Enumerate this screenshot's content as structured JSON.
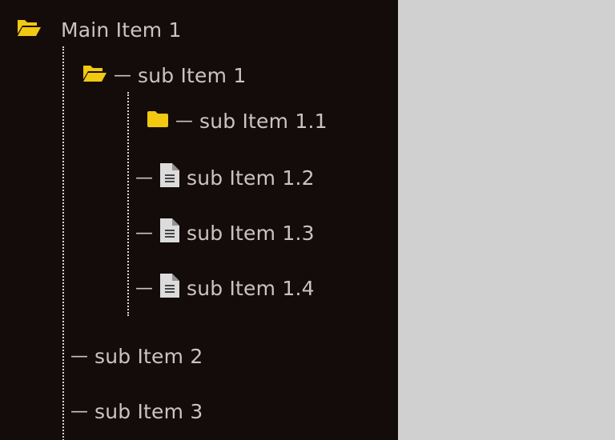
{
  "tree": {
    "root": {
      "label": "Main Item 1",
      "icon": "folder-open-icon"
    },
    "sub1": {
      "label": "sub Item 1",
      "icon": "folder-open-icon",
      "dash": "—"
    },
    "sub11": {
      "label": "sub Item 1.1",
      "icon": "folder-icon",
      "dash": "—"
    },
    "sub12": {
      "label": "sub Item 1.2",
      "icon": "file-icon",
      "dash": "—"
    },
    "sub13": {
      "label": "sub Item 1.3",
      "icon": "file-icon",
      "dash": "—"
    },
    "sub14": {
      "label": "sub Item 1.4",
      "icon": "file-icon",
      "dash": "—"
    },
    "sub2": {
      "label": "sub Item 2",
      "dash": "—"
    },
    "sub3": {
      "label": "sub Item 3",
      "dash": "—"
    }
  },
  "colors": {
    "panel_bg": "#140c0b",
    "text": "#c9c4c2",
    "folder": "#f2c811",
    "file": "#dcdcdc",
    "right_bg": "#d0d0d0"
  }
}
